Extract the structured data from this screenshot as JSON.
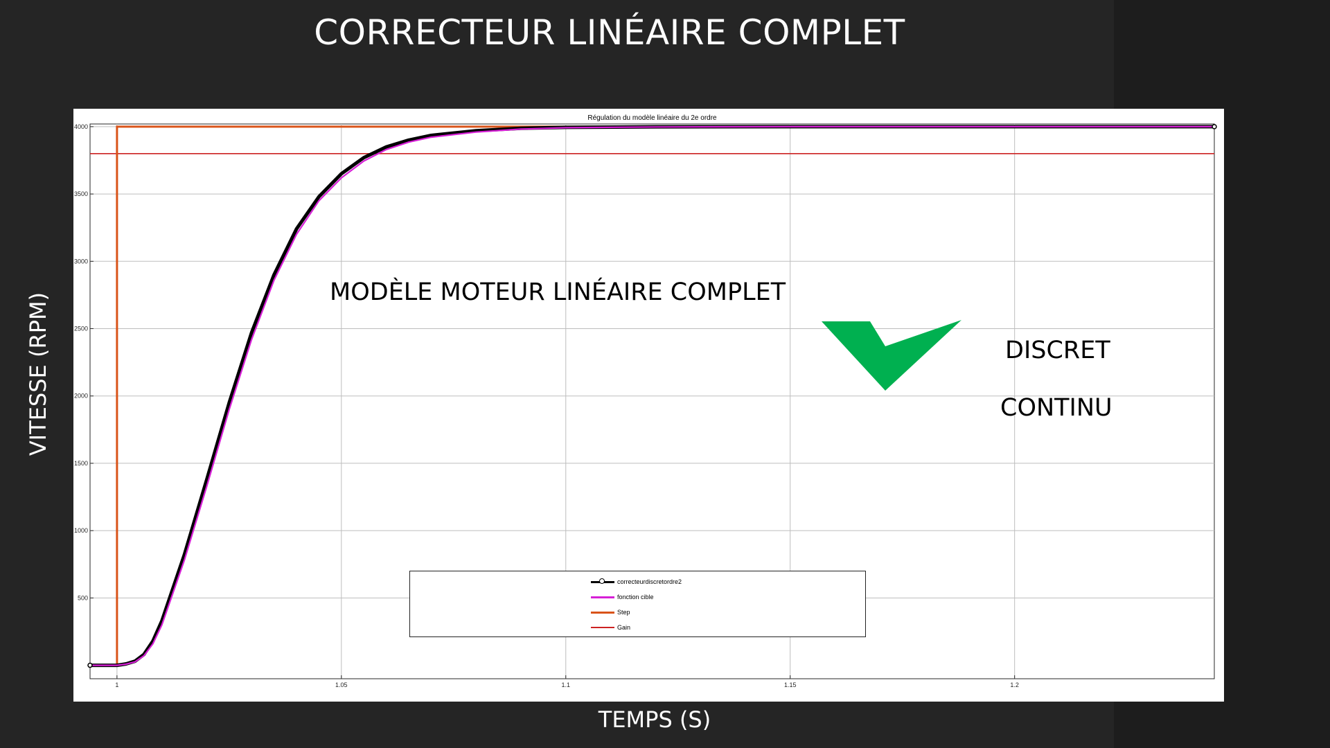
{
  "slide": {
    "title": "CORRECTEUR LINÉAIRE COMPLET",
    "y_axis_title": "VITESSE (RPM)",
    "x_axis_title": "TEMPS (S)",
    "model_label": "MODÈLE MOTEUR LINÉAIRE COMPLET",
    "discret_label": "DISCRET",
    "continu_label": "CONTINU",
    "check_icon_color": "#00b050",
    "background": "#252525"
  },
  "chart_data": {
    "type": "line",
    "title": "Régulation du modèle linéaire du 2e ordre",
    "xlim": [
      0.994,
      1.2445
    ],
    "ylim": [
      -100,
      4020
    ],
    "x_ticks": [
      1,
      1.05,
      1.1,
      1.15,
      1.2
    ],
    "x_tick_labels": [
      "1",
      "1.05",
      "1.1",
      "1.15",
      "1.2"
    ],
    "y_ticks": [
      500,
      1000,
      1500,
      2000,
      2500,
      3000,
      3500,
      4000
    ],
    "y_tick_labels": [
      "500",
      "1000",
      "1500",
      "2000",
      "2500",
      "3000",
      "3500",
      "4000"
    ],
    "grid": true,
    "legend_position": "center",
    "series": [
      {
        "name": "correcteurdiscretordre2",
        "color": "#000000",
        "marker": "circle",
        "x": [
          0.994,
          1.0,
          1.002,
          1.004,
          1.006,
          1.008,
          1.01,
          1.015,
          1.02,
          1.025,
          1.03,
          1.035,
          1.04,
          1.045,
          1.05,
          1.055,
          1.06,
          1.065,
          1.07,
          1.08,
          1.09,
          1.1,
          1.12,
          1.15,
          1.2,
          1.2445
        ],
        "y": [
          0,
          0,
          10,
          30,
          80,
          180,
          330,
          820,
          1380,
          1950,
          2470,
          2900,
          3240,
          3480,
          3650,
          3770,
          3850,
          3900,
          3935,
          3970,
          3988,
          3995,
          3999,
          4000,
          4000,
          4000
        ]
      },
      {
        "name": "fonction cible",
        "color": "#d61fd6",
        "x": [
          0.994,
          1.0,
          1.002,
          1.004,
          1.006,
          1.008,
          1.01,
          1.015,
          1.02,
          1.025,
          1.03,
          1.035,
          1.04,
          1.045,
          1.05,
          1.055,
          1.06,
          1.065,
          1.07,
          1.08,
          1.09,
          1.1,
          1.12,
          1.15,
          1.2,
          1.2445
        ],
        "y": [
          0,
          0,
          8,
          25,
          70,
          160,
          300,
          780,
          1330,
          1900,
          2420,
          2860,
          3200,
          3450,
          3620,
          3745,
          3830,
          3885,
          3922,
          3960,
          3982,
          3992,
          3998,
          4000,
          4000,
          4000
        ]
      },
      {
        "name": "Step",
        "color": "#d95319",
        "x": [
          0.994,
          1.0,
          1.0,
          1.2445
        ],
        "y": [
          0,
          0,
          4000,
          4000
        ]
      },
      {
        "name": "Gain",
        "color": "#cc2222",
        "x": [
          0.994,
          1.2445
        ],
        "y": [
          3800,
          3800
        ]
      }
    ]
  }
}
